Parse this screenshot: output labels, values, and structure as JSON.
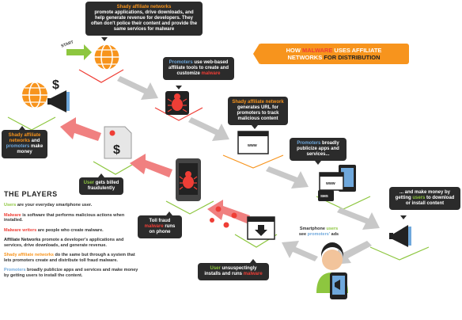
{
  "title": {
    "line1_pre": "HOW ",
    "line1_malware": "MALWARE",
    "line1_post": " USES AFFILIATE",
    "line2_pre": "NETWORKS ",
    "line2_post": "FOR DISTRIBUTION"
  },
  "start_label": "START",
  "bubbles": {
    "shady_top": {
      "term": "Shady affiliate networks",
      "text": "promote applications, drive downloads, and help generate revenue for developers. They often don't police their content and provide the same services for malware"
    },
    "promoters_tools": {
      "term": "Promoters",
      "text": " use web-based affiliate tools to create and customize ",
      "term2": "malware"
    },
    "shady_url": {
      "term": "Shady affiliate network",
      "text": "generates URL for promoters to track malicious content"
    },
    "promoters_publicize": {
      "term": "Promoters",
      "text": "broadly publicize apps and services..."
    },
    "make_money_right": {
      "text1": "... and make money by getting ",
      "term": "users",
      "text2": " to download or install content"
    },
    "shady_money_left": {
      "term": "Shady affiliate networks",
      "text1": " and ",
      "term2": "promoters",
      "text2": " make money"
    },
    "user_billed": {
      "term": "User",
      "text": " gets billed fraudulently"
    },
    "toll_fraud": {
      "text1": "Toll fraud ",
      "term": "malware",
      "text2": " runs on phone"
    },
    "user_installs": {
      "term": "User",
      "text1": " unsuspectingly installs and runs ",
      "term2": "malware"
    }
  },
  "smartphone_caption": {
    "text1": "Smartphone ",
    "term": "users",
    "text2": " see ",
    "term2": "promoters'",
    "text3": " ads"
  },
  "screen_labels": {
    "www1": "www",
    "www2": "www",
    "sms": "SMS"
  },
  "players": {
    "heading": "THE PLAYERS",
    "items": [
      {
        "term": "Users",
        "text": " are your everyday smartphone user."
      },
      {
        "term": "Malware",
        "text": " is software that performs malicious actions when installed."
      },
      {
        "term": "Malware writers",
        "text": " are people who create malware."
      },
      {
        "term": "Affiliate Networks",
        "text": " promote a developer's applications and services, drive downloads, and generate revenue."
      },
      {
        "term": "Shady affiliate networks",
        "text": " do the same but through a system that lets promoters create and distribute toll fraud malware."
      },
      {
        "term": "Promoters",
        "text": " broadly publicize apps and services and make money by getting users to install the content."
      }
    ]
  },
  "colors": {
    "orange": "#f7941d",
    "green": "#8dc63f",
    "red": "#ef3e36",
    "blue": "#6fa8dc",
    "dark": "#2b2b2b",
    "gray_arrow": "#c8c8c8",
    "pink_arrow": "#f08080"
  }
}
